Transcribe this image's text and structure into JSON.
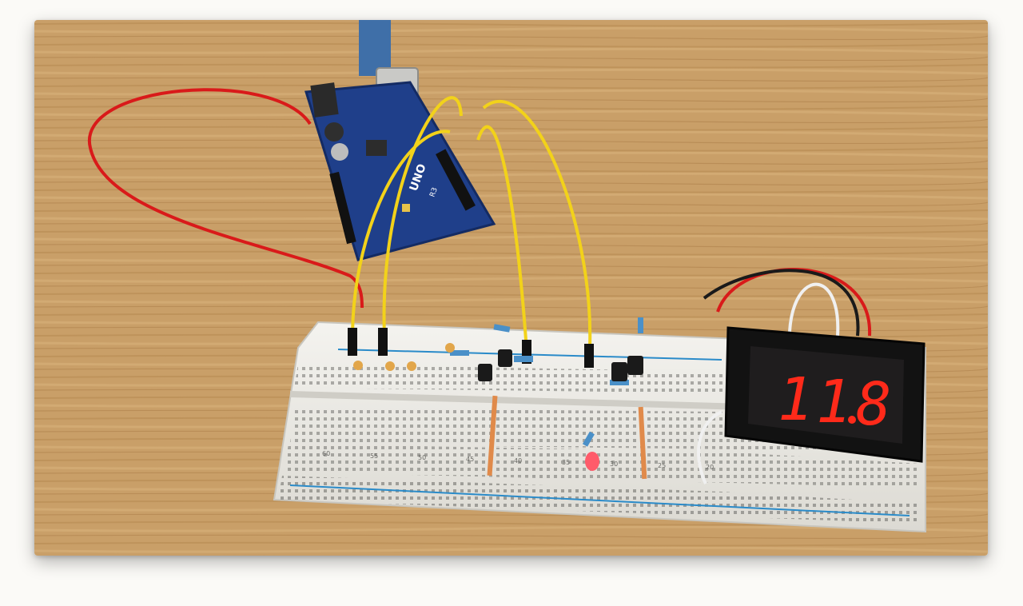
{
  "photo": {
    "display": {
      "digit_1": "1",
      "digit_2": "1",
      "digit_3": "8",
      "color": "#ff2a1a"
    },
    "arduino": {
      "model_text": "UNO",
      "revision_text": "R3"
    },
    "breadboard_numbers": [
      "60",
      "55",
      "50",
      "45",
      "40",
      "35",
      "30",
      "25",
      "20"
    ],
    "colors": {
      "wood": "#c9a06a",
      "breadboard": "#ecebe6",
      "arduino_pcb": "#1f3f8a",
      "wire_yellow": "#f2d21a",
      "wire_red": "#e21b1b"
    },
    "icons": [
      "arduino-board",
      "breadboard",
      "voltmeter-display",
      "usb-cable"
    ]
  }
}
